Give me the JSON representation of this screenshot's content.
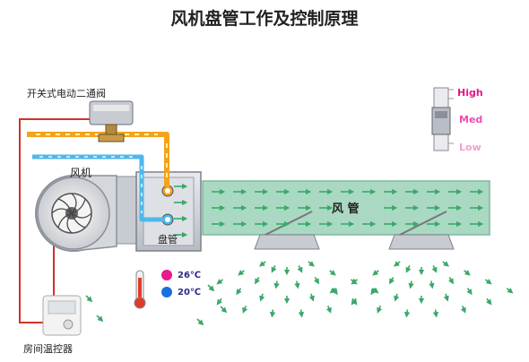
{
  "title": "风机盘管工作及控制原理",
  "labels": {
    "valve": "开关式电动二通阀",
    "fan": "风机",
    "coil": "盘管",
    "duct": "风 管",
    "thermostat": "房间温控器"
  },
  "speeds": [
    {
      "label": "High",
      "color": "#e0198a"
    },
    {
      "label": "Med",
      "color": "#e84fb0"
    },
    {
      "label": "Low",
      "color": "#f2a0d0"
    }
  ],
  "temperatures": [
    {
      "label": "26℃",
      "color": "#e8198a"
    },
    {
      "label": "20℃",
      "color": "#1a6fe0"
    }
  ],
  "colors": {
    "hot_pipe": "#f5a21a",
    "cold_pipe": "#4fb7ea",
    "duct": "#a9d9c2",
    "airflow": "#3aa86a",
    "wire": "#d0322a"
  },
  "icons": [
    "fan-icon",
    "valve-icon",
    "thermometer-icon",
    "thermostat-icon",
    "speed-switch-icon",
    "diffuser-icon"
  ]
}
